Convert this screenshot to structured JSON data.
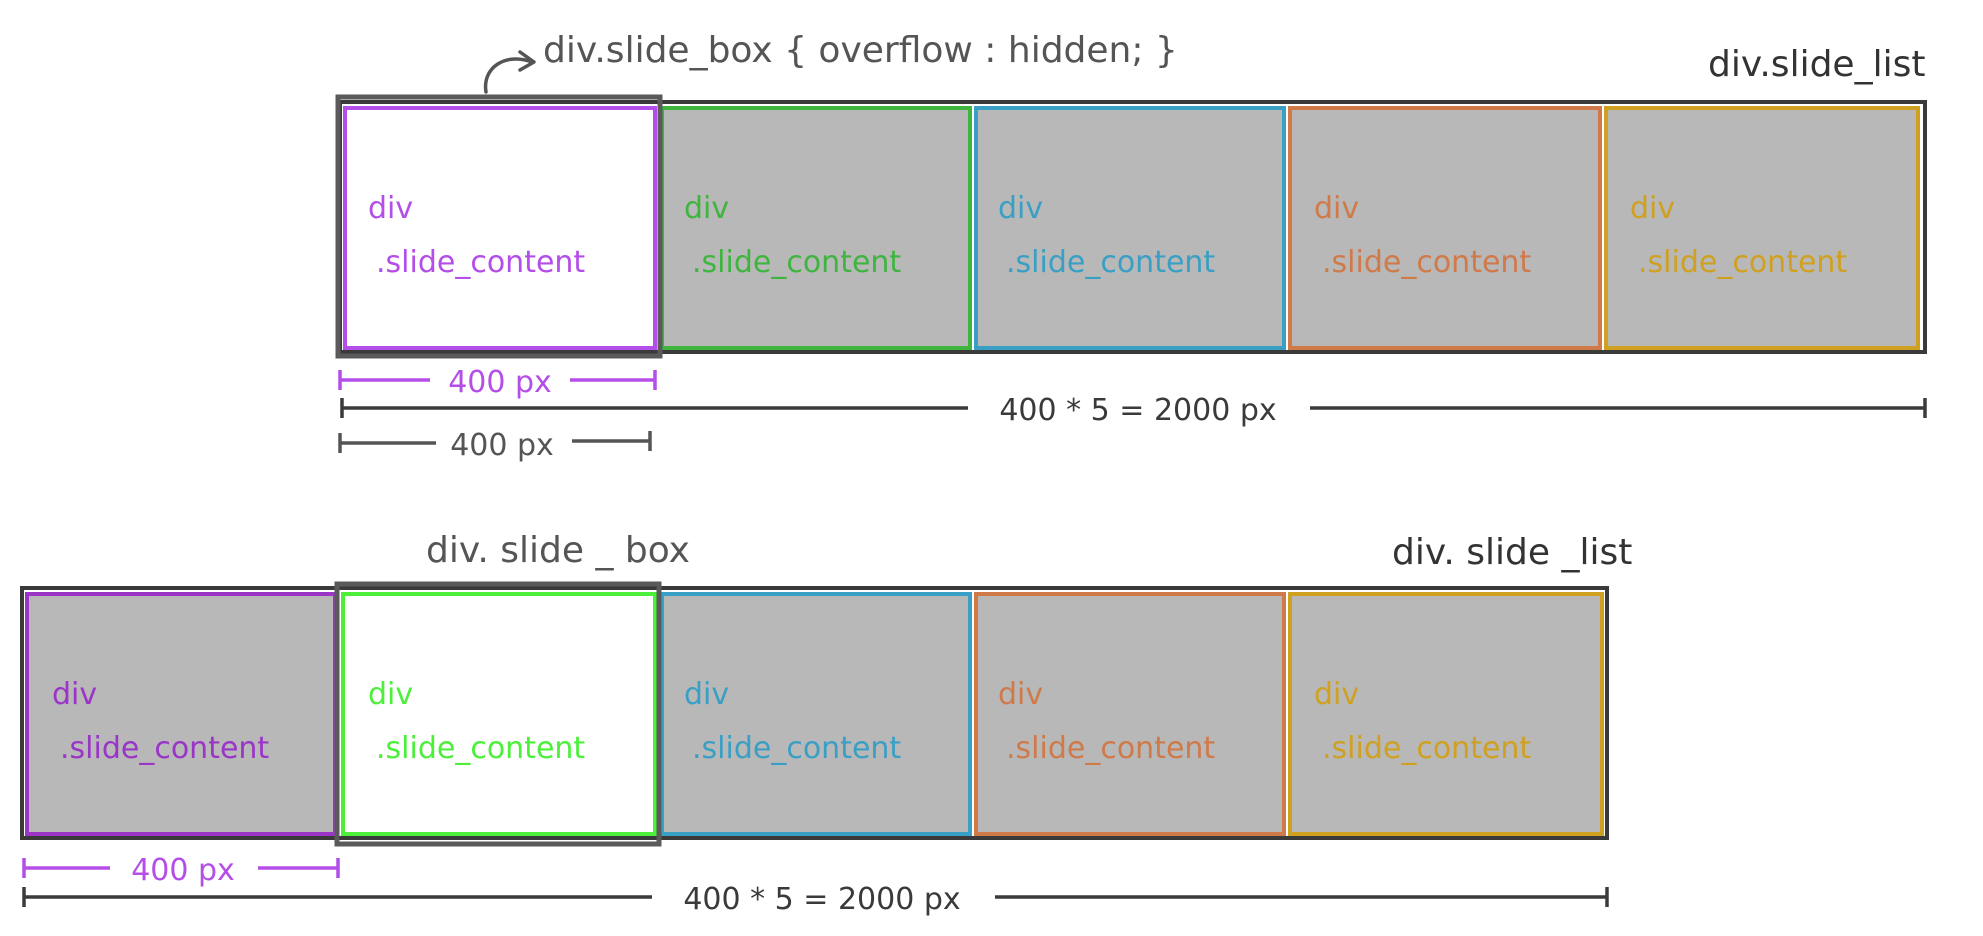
{
  "colors": {
    "frame": "#3a3a3a",
    "box": "#5a5a5a",
    "fill_gray": "#b8b8b8",
    "fill_white": "#ffffff",
    "purple": "#b44ee8",
    "green": "#3fb53f",
    "green_bright": "#4cf03a",
    "blue": "#3a9fc4",
    "orange": "#d07a4a",
    "gold": "#d0a020",
    "violet": "#9a35c8",
    "dim_gray": "#555555"
  },
  "top": {
    "box_label": "div.slide_box { overflow : hidden; }",
    "list_label": "div.slide_list",
    "slides": [
      {
        "line1": "div",
        "line2": ".slide_content",
        "color": "#b44ee8",
        "active": true
      },
      {
        "line1": "div",
        "line2": ".slide_content",
        "color": "#3fb53f",
        "active": false
      },
      {
        "line1": "div",
        "line2": ".slide_content",
        "color": "#3a9fc4",
        "active": false
      },
      {
        "line1": "div",
        "line2": ".slide_content",
        "color": "#d07a4a",
        "active": false
      },
      {
        "line1": "div",
        "line2": ".slide_content",
        "color": "#d0a020",
        "active": false
      }
    ],
    "dim_slide": "400 px",
    "dim_list": "400 * 5 = 2000 px",
    "dim_box": "400 px"
  },
  "bottom": {
    "box_label": "div. slide _ box",
    "list_label": "div. slide _list",
    "slides": [
      {
        "line1": "div",
        "line2": ".slide_content",
        "color": "#9a35c8",
        "active": false
      },
      {
        "line1": "div",
        "line2": ".slide_content",
        "color": "#4cf03a",
        "active": true
      },
      {
        "line1": "div",
        "line2": ".slide_content",
        "color": "#3a9fc4",
        "active": false
      },
      {
        "line1": "div",
        "line2": ".slide_content",
        "color": "#d07a4a",
        "active": false
      },
      {
        "line1": "div",
        "line2": ".slide_content",
        "color": "#d0a020",
        "active": false
      }
    ],
    "dim_slide": "400 px",
    "dim_list": "400 * 5 = 2000 px"
  }
}
